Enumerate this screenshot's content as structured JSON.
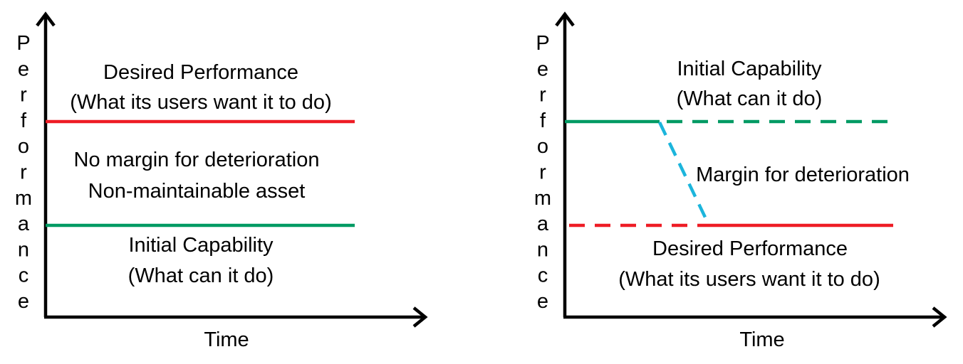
{
  "colors": {
    "red": "#ee1c25",
    "green": "#009a63",
    "cyan": "#1cb5dc",
    "axis": "#000000"
  },
  "left_panel": {
    "y_axis_label": "Performance",
    "x_axis_label": "Time",
    "desired_title": "Desired Performance",
    "desired_subtitle": "(What its users want it to do)",
    "middle_line1": "No margin for deterioration",
    "middle_line2": "Non-maintainable asset",
    "capability_title": "Initial Capability",
    "capability_subtitle": "(What can it do)"
  },
  "right_panel": {
    "y_axis_label": "Performance",
    "x_axis_label": "Time",
    "capability_title": "Initial Capability",
    "capability_subtitle": "(What can it do)",
    "margin_label": "Margin for deterioration",
    "desired_title": "Desired Performance",
    "desired_subtitle": "(What its users want it to do)"
  }
}
